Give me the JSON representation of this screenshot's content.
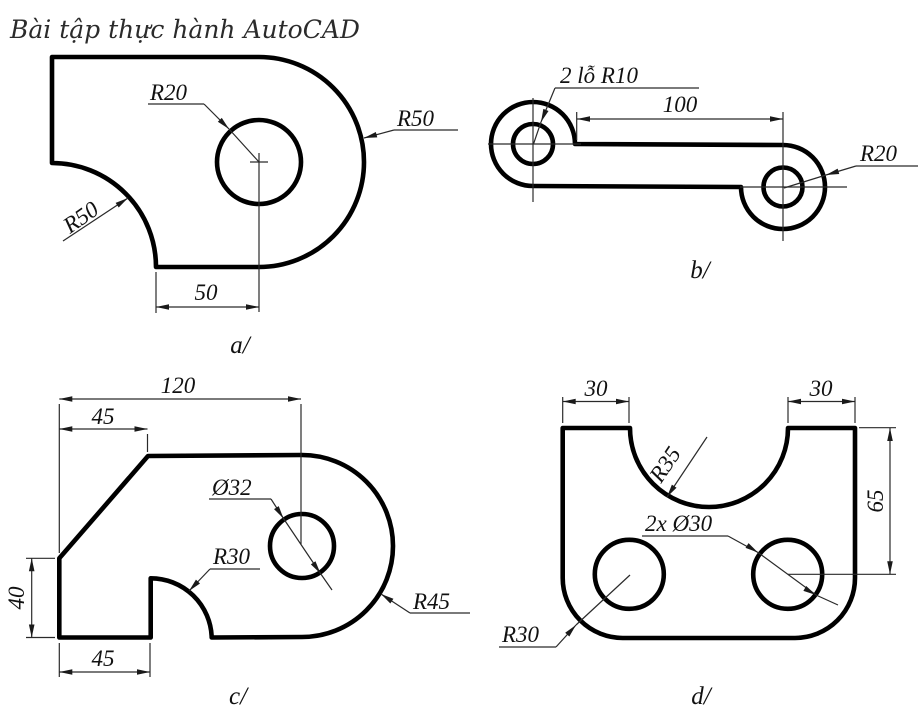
{
  "title": "Bài tập thực hành AutoCAD",
  "colors": {
    "outline": "#000000",
    "thin_line": "#2a2a2a",
    "text": "#111111",
    "background": "#ffffff"
  },
  "figures": {
    "a": {
      "caption": "a/",
      "labels": {
        "hole_radius": "R20",
        "outer_radius": "R50",
        "notch_radius": "R50",
        "width": "50"
      }
    },
    "b": {
      "caption": "b/",
      "labels": {
        "holes": "2 lỗ R10",
        "length": "100",
        "boss_radius": "R20"
      }
    },
    "c": {
      "caption": "c/",
      "labels": {
        "total_width": "120",
        "top_offset": "45",
        "height": "40",
        "bottom_offset": "45",
        "hole_diameter": "Ø32",
        "notch_radius": "R30",
        "outer_radius": "R45"
      }
    },
    "d": {
      "caption": "d/",
      "labels": {
        "tab_left": "30",
        "tab_right": "30",
        "height": "65",
        "notch_radius": "R35",
        "holes": "2x Ø30",
        "fillet_radius": "R30"
      }
    }
  }
}
